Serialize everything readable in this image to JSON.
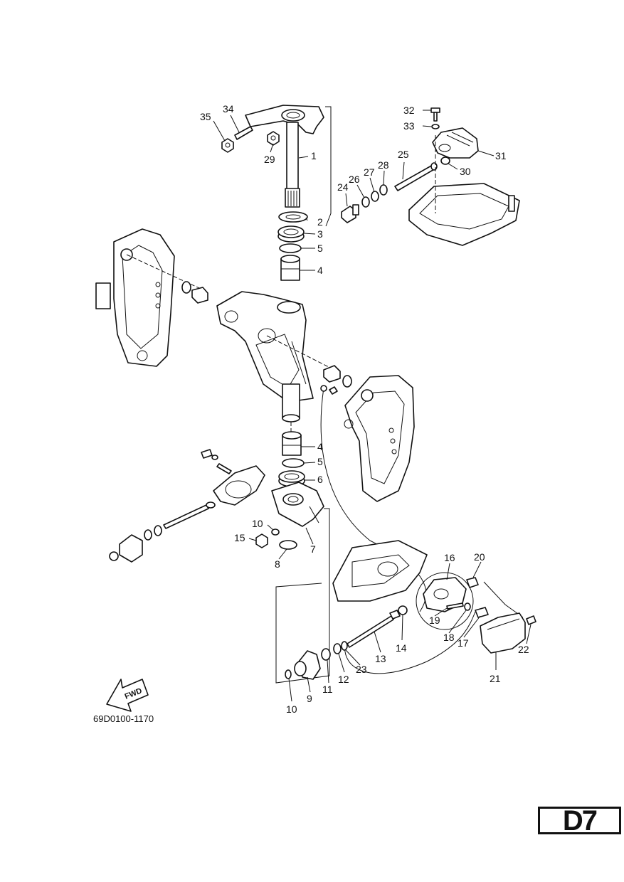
{
  "diagram": {
    "drawing_code": "69D0100-1170",
    "direction_label": "FWD",
    "page_badge": "D7",
    "callouts": [
      {
        "id": "c35",
        "label": "35"
      },
      {
        "id": "c34",
        "label": "34"
      },
      {
        "id": "c29",
        "label": "29"
      },
      {
        "id": "c1",
        "label": "1"
      },
      {
        "id": "c2",
        "label": "2"
      },
      {
        "id": "c3",
        "label": "3"
      },
      {
        "id": "c5a",
        "label": "5"
      },
      {
        "id": "c4a",
        "label": "4"
      },
      {
        "id": "c32",
        "label": "32"
      },
      {
        "id": "c33",
        "label": "33"
      },
      {
        "id": "c31",
        "label": "31"
      },
      {
        "id": "c30",
        "label": "30"
      },
      {
        "id": "c25",
        "label": "25"
      },
      {
        "id": "c28",
        "label": "28"
      },
      {
        "id": "c27",
        "label": "27"
      },
      {
        "id": "c26",
        "label": "26"
      },
      {
        "id": "c24",
        "label": "24"
      },
      {
        "id": "c4b",
        "label": "4"
      },
      {
        "id": "c5b",
        "label": "5"
      },
      {
        "id": "c6",
        "label": "6"
      },
      {
        "id": "c10a",
        "label": "10"
      },
      {
        "id": "c15",
        "label": "15"
      },
      {
        "id": "c7",
        "label": "7"
      },
      {
        "id": "c8",
        "label": "8"
      },
      {
        "id": "c16",
        "label": "16"
      },
      {
        "id": "c20",
        "label": "20"
      },
      {
        "id": "c19",
        "label": "19"
      },
      {
        "id": "c18",
        "label": "18"
      },
      {
        "id": "c17",
        "label": "17"
      },
      {
        "id": "c22",
        "label": "22"
      },
      {
        "id": "c14",
        "label": "14"
      },
      {
        "id": "c13",
        "label": "13"
      },
      {
        "id": "c23",
        "label": "23"
      },
      {
        "id": "c12",
        "label": "12"
      },
      {
        "id": "c11",
        "label": "11"
      },
      {
        "id": "c9",
        "label": "9"
      },
      {
        "id": "c10b",
        "label": "10"
      },
      {
        "id": "c21",
        "label": "21"
      }
    ]
  }
}
